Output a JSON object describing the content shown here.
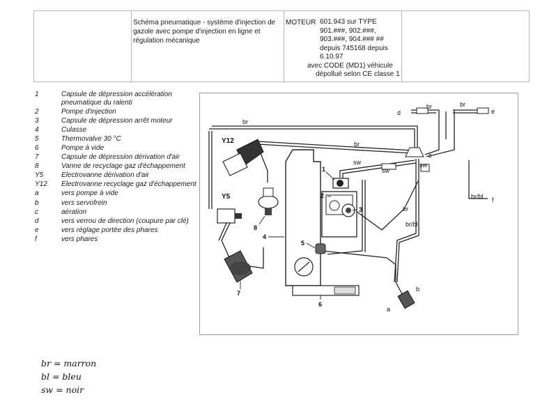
{
  "header": {
    "title": "Schéma pneumatique - système d'injection de gazole avec pompe d'injection en ligne et régulation mécanique",
    "moteur_label": "MOTEUR",
    "moteur_lines": [
      "601.943 sur TYPE",
      "901.###, 902.###,",
      "903.###, 904.### ##",
      "depuis 745168 depuis",
      "6.10.97",
      "avec CODE (MD1) véhicule",
      "dépollué selon CE classe 1"
    ]
  },
  "legend": [
    {
      "key": "1",
      "text": "Capsule de dépression accélération pneumatique du ralenti"
    },
    {
      "key": "2",
      "text": "Pompe d'injection"
    },
    {
      "key": "3",
      "text": "Capsule de dépression arrêt moteur"
    },
    {
      "key": "4",
      "text": "Culasse"
    },
    {
      "key": "5",
      "text": "Thermovalve 30 °C"
    },
    {
      "key": "6",
      "text": "Pompe à vide"
    },
    {
      "key": "7",
      "text": "Capsule de dépression dérivation d'air"
    },
    {
      "key": "8",
      "text": "Vanne de recyclage gaz d'échappement"
    },
    {
      "key": "Y5",
      "text": "Electrovanne dérivation d'air"
    },
    {
      "key": "Y12",
      "text": "Electrovanne recyclage gaz d'échappement"
    },
    {
      "key": "a",
      "text": "vers pompe à vide"
    },
    {
      "key": "b",
      "text": "vers servofrein"
    },
    {
      "key": "c",
      "text": "aération"
    },
    {
      "key": "d",
      "text": "vers verrou de direction (coupure par clé)"
    },
    {
      "key": "e",
      "text": "vers réglage portée des phares"
    },
    {
      "key": "f",
      "text": "vers phares"
    }
  ],
  "diagram_labels": {
    "y12": "Y12",
    "y5": "Y5",
    "n1": "1",
    "n2": "2",
    "n3": "3",
    "n4": "4",
    "n5": "5",
    "n6": "6",
    "n7": "7",
    "n8": "8",
    "a": "a",
    "b": "b",
    "c": "c",
    "d": "d",
    "e": "e",
    "f": "f",
    "br1": "br",
    "br2": "br",
    "br3": "br",
    "br4": "br",
    "br5": "br",
    "sw1": "sw",
    "sw2": "sw",
    "sw3": "sw",
    "brbl1": "br/bl",
    "brbl2": "br/bl"
  },
  "abbreviations": [
    "br = marron",
    "bl = bleu",
    "sw = noir"
  ]
}
